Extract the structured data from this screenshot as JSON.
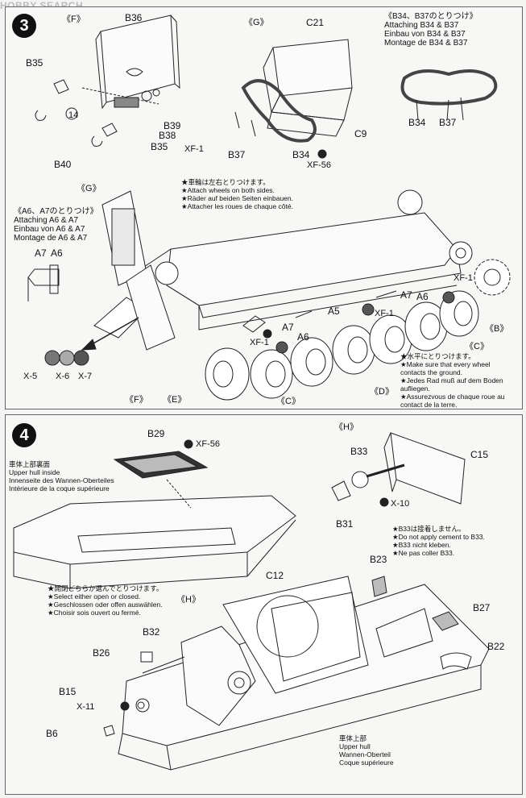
{
  "watermark": "HOBBY SEARCH",
  "step3": {
    "number": "3",
    "labels": {
      "F": "《F》",
      "B36": "B36",
      "G": "《G》",
      "C21": "C21",
      "B35a": "B35",
      "B35b": "B35",
      "B39": "B39",
      "B38": "B38",
      "B40": "B40",
      "C9": "C9",
      "B37": "B37",
      "B34": "B34",
      "XF56": "XF-56",
      "XF1": "XF-1",
      "B34b": "B34",
      "B37b": "B37",
      "n14": "14",
      "G2": "《G》",
      "A7a": "A7",
      "A6a": "A6",
      "A7b": "A7",
      "A6b": "A6",
      "A7c": "A7",
      "A6c": "A6",
      "A5": "A5",
      "XF1b": "XF-1",
      "XF1c": "XF-1",
      "XF1d": "XF-1",
      "B": "《B》",
      "C1": "《C》",
      "C2": "《C》",
      "D": "《D》",
      "E": "《E》",
      "F2": "《F》",
      "X5": "X-5",
      "X6": "X-6",
      "X7": "X-7"
    },
    "attach_b34": [
      "《B34、B37のとりつけ》",
      "Attaching B34 & B37",
      "Einbau von B34 & B37",
      "Montage de B34 & B37"
    ],
    "attach_a6": [
      "《A6、A7のとりつけ》",
      "Attaching A6 & A7",
      "Einbau von A6 & A7",
      "Montage de A6 & A7"
    ],
    "wheels_note": [
      "★車輪は左右とりつけます。",
      "★Attach wheels on both sides.",
      "★Räder auf beiden Seiten einbauen.",
      "★Attacher les roues de chaque côté."
    ],
    "ground_note": [
      "★水平にとりつけます。",
      "★Make sure that every wheel",
      "contacts the ground.",
      "★Jedes Rad muß auf dem Boden",
      "aufliegen.",
      "★Assurezvous de chaque roue au",
      "contact de la terre."
    ]
  },
  "step4": {
    "number": "4",
    "labels": {
      "B29": "B29",
      "XF56": "XF-56",
      "H": "《H》",
      "B33": "B33",
      "C15": "C15",
      "X10": "X-10",
      "B31": "B31",
      "B23": "B23",
      "C12": "C12",
      "B27": "B27",
      "B22": "B22",
      "H2": "《H》",
      "B32": "B32",
      "B26": "B26",
      "B15": "B15",
      "X11": "X-11",
      "B6": "B6"
    },
    "upper_inside": [
      "車体上部裏面",
      "Upper hull inside",
      "Innenseite des Wannen-Oberteiles",
      "Intérieure de la coque supérieure"
    ],
    "b33_note": [
      "★B33は接着しません。",
      "★Do not apply cement to B33.",
      "★B33 nicht kleben.",
      "★Ne pas coller B33."
    ],
    "hatch_note": [
      "★開閉どちらか選んでとりつけます。",
      "★Select either open or closed.",
      "★Geschlossen oder offen auswählen.",
      "★Choisir sois ouvert ou fermé."
    ],
    "upper_hull": [
      "車体上部",
      "Upper hull",
      "Wannen-Oberteil",
      "Coque supérieure"
    ]
  }
}
